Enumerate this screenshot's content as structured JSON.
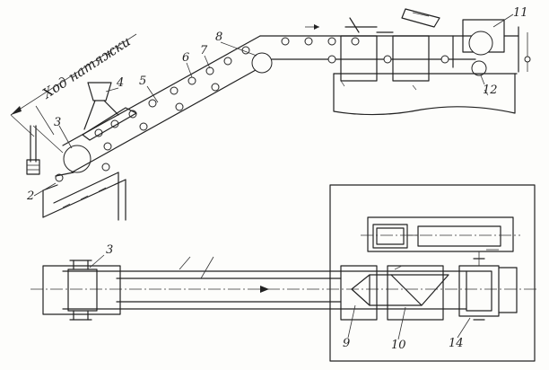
{
  "title_label": "Ход натяжки",
  "labels": {
    "n2": "2",
    "n3": "3",
    "n4": "4",
    "n5": "5",
    "n6": "6",
    "n7": "7",
    "n8": "8",
    "n11": "11",
    "n12": "12",
    "n3b": "3",
    "n9": "9",
    "n10": "10",
    "n14": "14"
  }
}
